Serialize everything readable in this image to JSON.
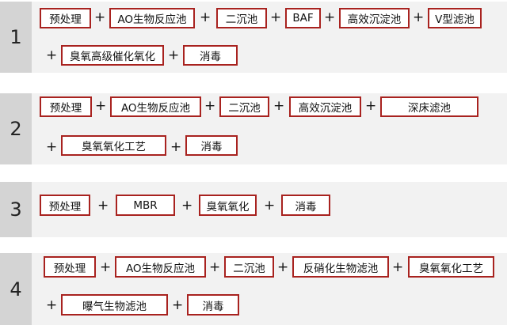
{
  "schemes": [
    {
      "number": "1",
      "lines": [
        {
          "steps": [
            "预处理",
            "AO生物反应池",
            "二沉池",
            "BAF",
            "高效沉淀池",
            "V型滤池"
          ],
          "leading_plus": false
        },
        {
          "steps": [
            "臭氧高级催化氧化",
            "消毒"
          ],
          "leading_plus": true
        }
      ]
    },
    {
      "number": "2",
      "lines": [
        {
          "steps": [
            "预处理",
            "AO生物反应池",
            "二沉池",
            "高效沉淀池",
            "深床滤池"
          ],
          "leading_plus": false
        },
        {
          "steps": [
            "臭氧氧化工艺",
            "消毒"
          ],
          "leading_plus": true
        }
      ]
    },
    {
      "number": "3",
      "lines": [
        {
          "steps": [
            "预处理",
            "MBR",
            "臭氧氧化",
            "消毒"
          ],
          "leading_plus": false
        }
      ]
    },
    {
      "number": "4",
      "lines": [
        {
          "steps": [
            "预处理",
            "AO生物反应池",
            "二沉池",
            "反硝化生物滤池",
            "臭氧氧化工艺"
          ],
          "leading_plus": false
        },
        {
          "steps": [
            "曝气生物滤池",
            "消毒"
          ],
          "leading_plus": true
        }
      ]
    }
  ],
  "operator": "+",
  "colors": {
    "box_border": "#a8221f",
    "panel": "#f2f2f2",
    "number_block": "#d4d4d4"
  }
}
